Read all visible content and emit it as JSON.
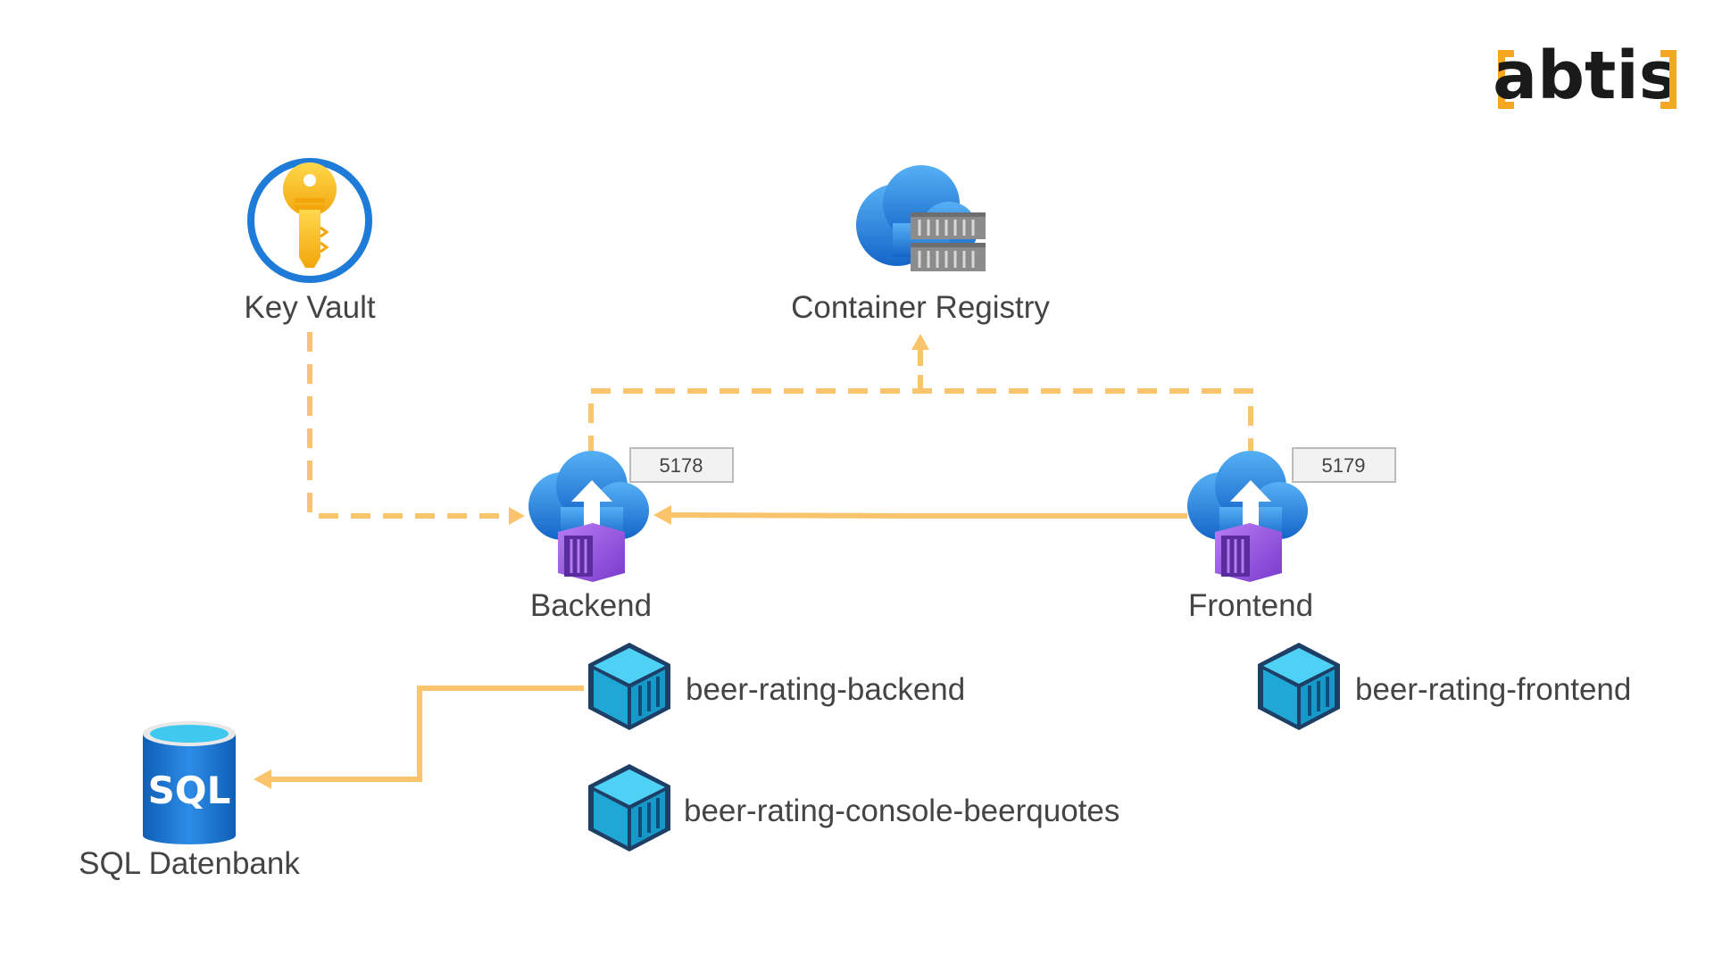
{
  "brand": {
    "logo_text": "abtis",
    "bracket_color": "#F5A623"
  },
  "colors": {
    "connector": "#F9C46B",
    "azure_blue": "#1E7BD8",
    "container_purple": "#8A4FD8",
    "image_cyan": "#29B6E0",
    "key_yellow": "#F7C52E",
    "label_gray": "#444444"
  },
  "nodes": {
    "key_vault": {
      "label": "Key Vault",
      "icon": "key-vault-icon"
    },
    "container_registry": {
      "label": "Container Registry",
      "icon": "container-registry-icon"
    },
    "backend": {
      "label": "Backend",
      "icon": "container-app-icon",
      "port": "5178"
    },
    "frontend": {
      "label": "Frontend",
      "icon": "container-app-icon",
      "port": "5179"
    },
    "sql": {
      "label": "SQL Datenbank",
      "icon": "sql-database-icon",
      "icon_text": "SQL"
    }
  },
  "images": [
    {
      "label": "beer-rating-backend",
      "icon": "container-image-icon"
    },
    {
      "label": "beer-rating-console-beerquotes",
      "icon": "container-image-icon"
    },
    {
      "label": "beer-rating-frontend",
      "icon": "container-image-icon"
    }
  ],
  "connections": [
    {
      "from": "key_vault",
      "to": "backend",
      "style": "dashed"
    },
    {
      "from": "backend",
      "to": "container_registry",
      "style": "dashed"
    },
    {
      "from": "frontend",
      "to": "container_registry",
      "style": "dashed"
    },
    {
      "from": "frontend",
      "to": "backend",
      "style": "solid"
    },
    {
      "from": "beer-rating-backend",
      "to": "sql",
      "style": "solid"
    }
  ]
}
